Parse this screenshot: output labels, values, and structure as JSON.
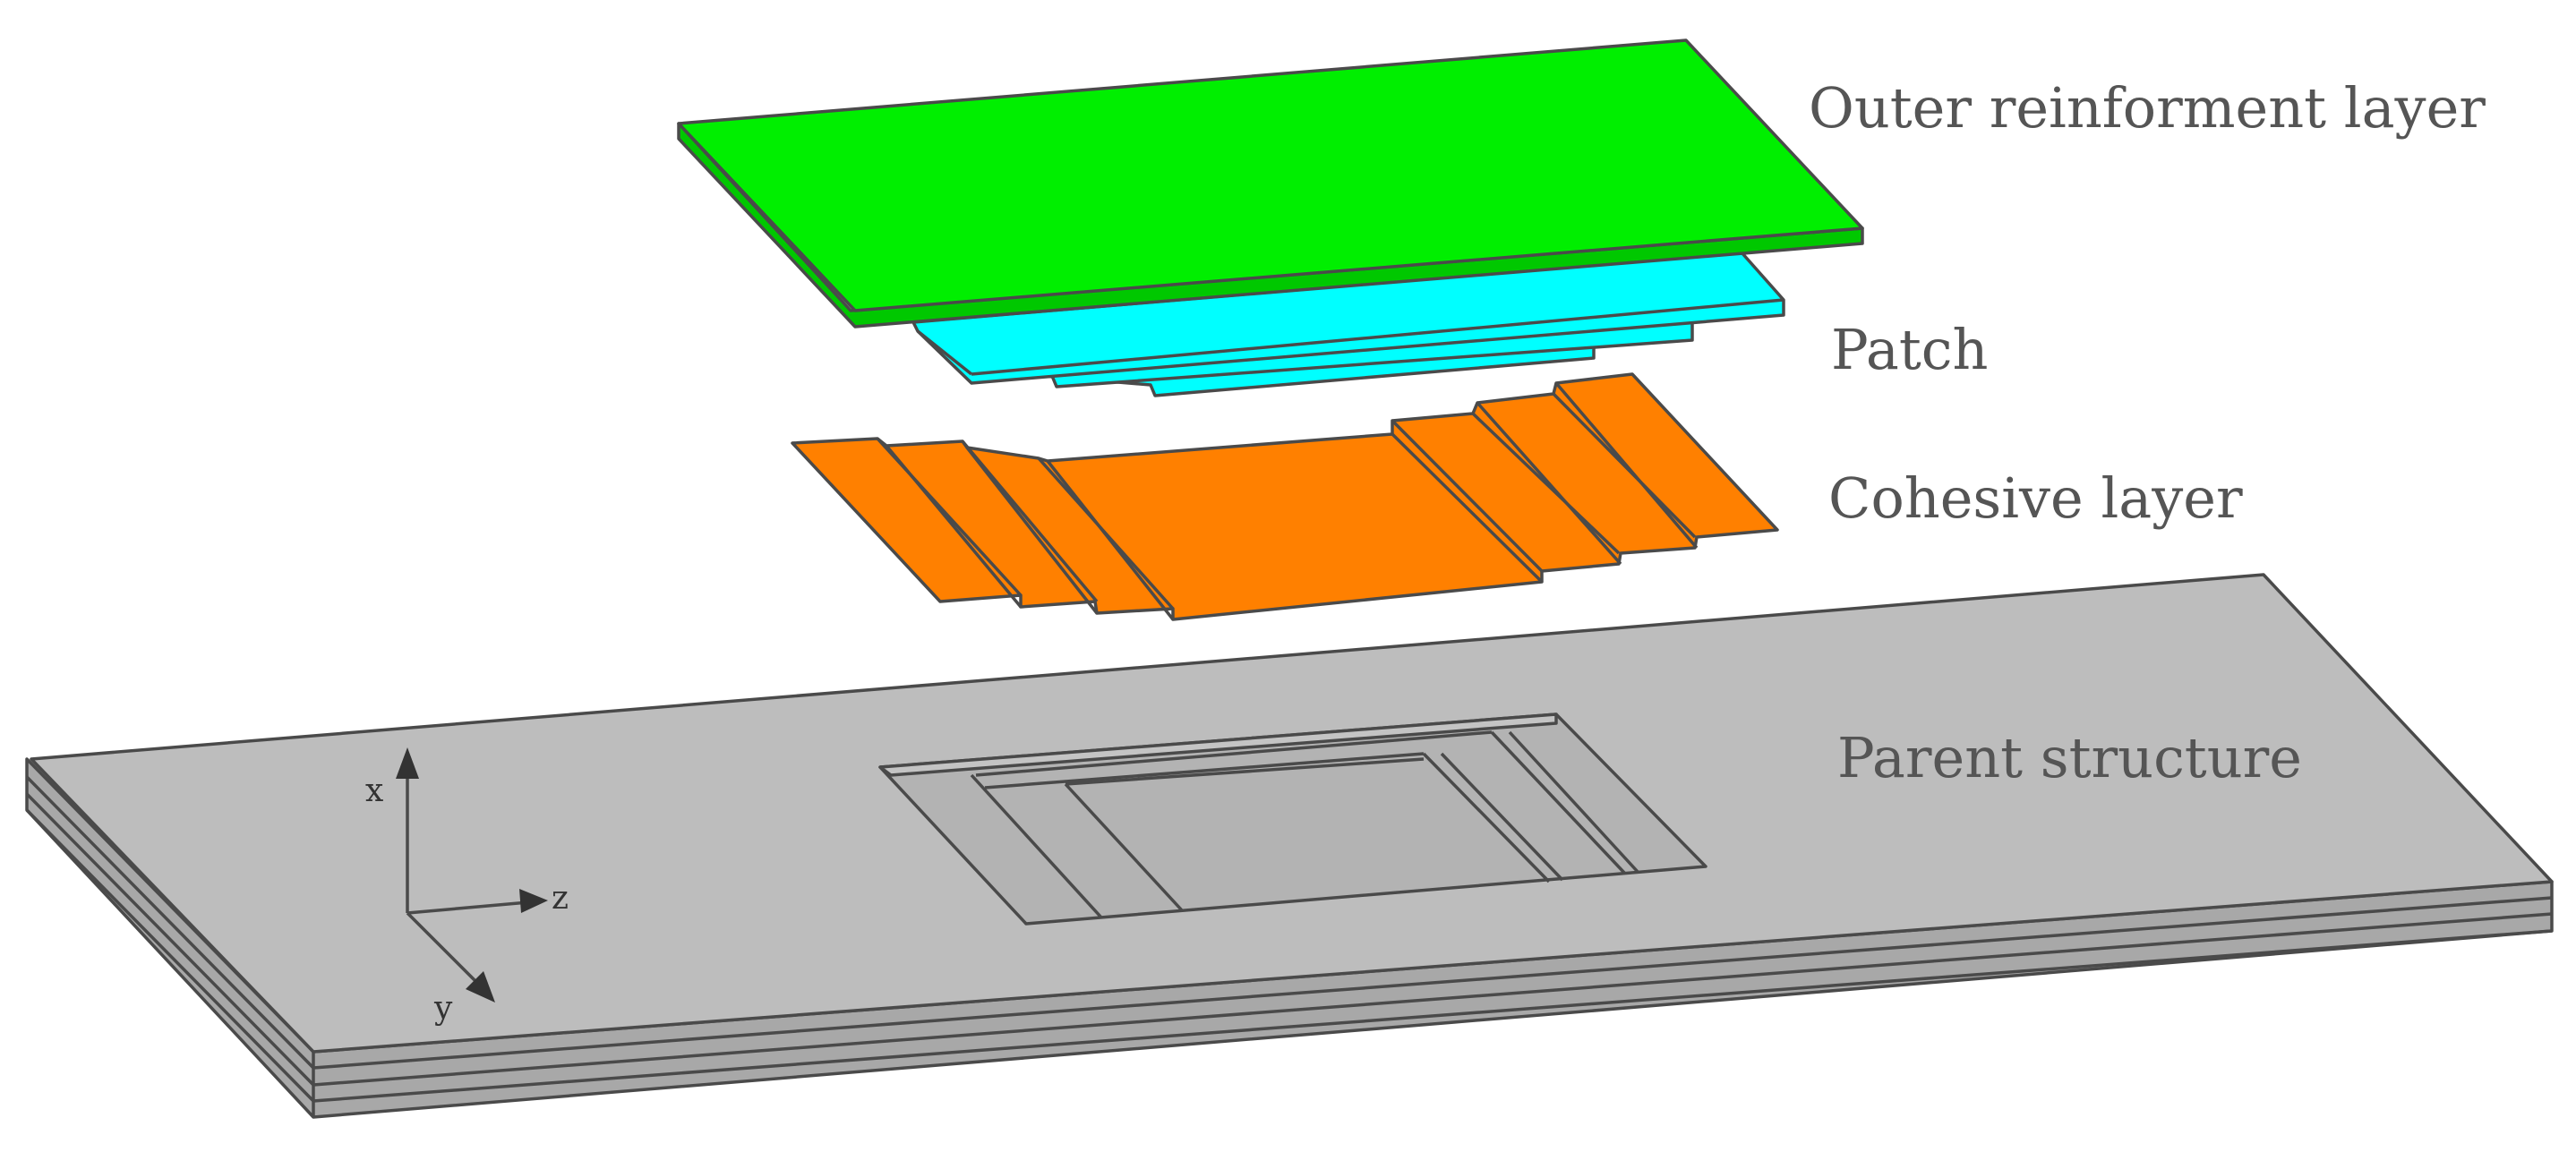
{
  "labels": {
    "outer": "Outer reinforment layer",
    "patch": "Patch",
    "cohesive": "Cohesive layer",
    "parent": "Parent structure"
  },
  "axes": {
    "x": "x",
    "y": "y",
    "z": "z"
  },
  "colors": {
    "outer_top": "#00ef00",
    "outer_side": "#00c800",
    "patch_top": "#00ffff",
    "patch_side": "#00d8dc",
    "cohesive": "#ff8000",
    "cohesive_side": "#e06e00",
    "parent_top": "#bdbdbd",
    "parent_side": "#a8a8a8",
    "edge": "#4a4a4a",
    "label": "#555555"
  }
}
